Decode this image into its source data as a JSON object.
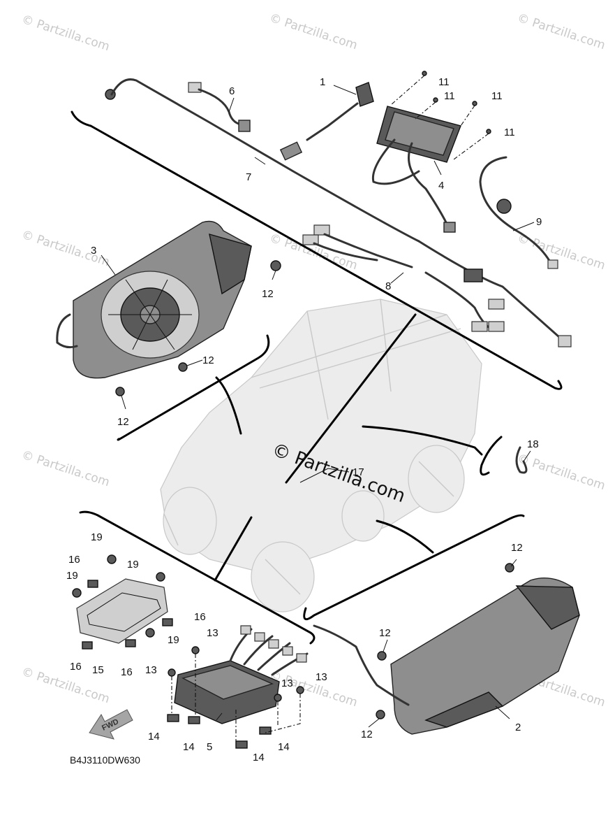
{
  "diagram_code": "B4J3110DW630",
  "direction_label": "FWD",
  "watermark_text": "© Partzilla.com",
  "center_watermark_text": "© Partzilla.com",
  "callouts": {
    "c1": "1",
    "c2": "2",
    "c3": "3",
    "c4": "4",
    "c5": "5",
    "c6": "6",
    "c7": "7",
    "c8": "8",
    "c9": "9",
    "c11a": "11",
    "c11b": "11",
    "c11c": "11",
    "c11d": "11",
    "c12a": "12",
    "c12b": "12",
    "c12c": "12",
    "c12d": "12",
    "c12e": "12",
    "c12f": "12",
    "c13a": "13",
    "c13b": "13",
    "c13c": "13",
    "c13d": "13",
    "c14a": "14",
    "c14b": "14",
    "c14c": "14",
    "c14d": "14",
    "c15": "15",
    "c16a": "16",
    "c16b": "16",
    "c16c": "16",
    "c16d": "16",
    "c17": "17",
    "c18": "18",
    "c19a": "19",
    "c19b": "19",
    "c19c": "19",
    "c19d": "19"
  },
  "colors": {
    "part": "#8e8e8e",
    "part_dark": "#5a5a5a",
    "ghost": "#ececec",
    "watermark": "#c9c9c9"
  }
}
